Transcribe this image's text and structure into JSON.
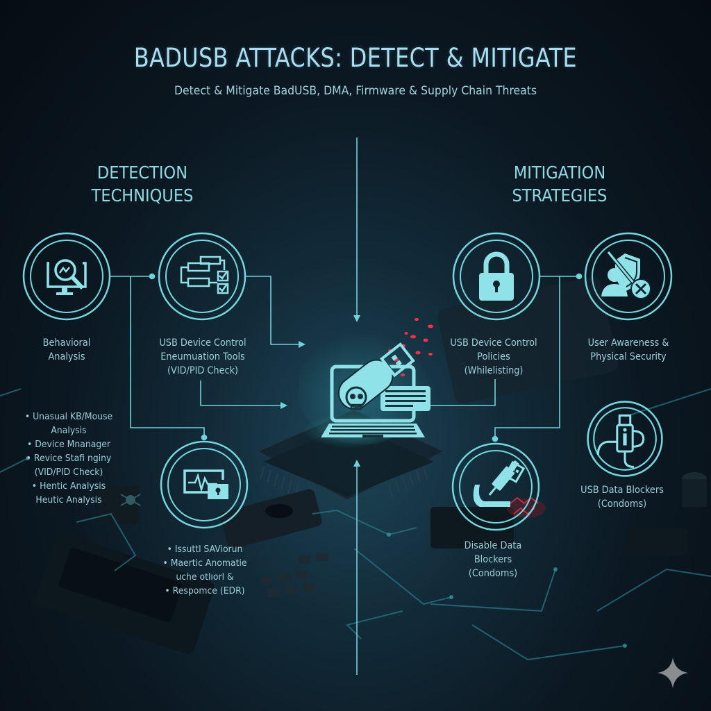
{
  "header": {
    "title": "BADUSB ATTACKS: DETECT & MITIGATE",
    "subtitle": "Detect & Mitigate BadUSB, DMA, Firmware & Supply Chain Threats"
  },
  "detection": {
    "heading_line1": "DETECTION",
    "heading_line2": "TECHNIQUES",
    "nodes": [
      {
        "icon": "monitor-magnifier-icon",
        "label_lines": [
          "Behavioral",
          "Analysis"
        ]
      },
      {
        "icon": "flowchart-checklist-icon",
        "label_lines": [
          "USB Device Control",
          "Eneumuation Tools",
          "(VID/PID Check)"
        ]
      },
      {
        "icon": "monitor-heartbeat-lock-icon",
        "bullets": [
          "• Issuttl SAViorun",
          "• Maertic Anomatie",
          "uche otlıorl &",
          "• Respomce (EDR)"
        ]
      }
    ],
    "bullet_list": [
      "• Unasual KB/Mouse",
      "Analysis",
      "• Device Mnanager",
      "• Revice Stafi nginy",
      "(VID/PID Check)",
      "• Hentic Analysis",
      "Heutic Analysis"
    ]
  },
  "mitigation": {
    "heading_line1": "MITIGATION",
    "heading_line2": "STRATEGIES",
    "nodes": [
      {
        "icon": "padlock-icon",
        "label_lines": [
          "USB Device Control",
          "Policies",
          "(Whilelisting)"
        ]
      },
      {
        "icon": "user-shield-blocked-icon",
        "label_lines": [
          "User Awareness &",
          "Physical Security"
        ]
      },
      {
        "icon": "usb-data-blocker-icon",
        "label_lines": [
          "USB Data Blockers",
          "(Condoms)"
        ]
      },
      {
        "icon": "usb-plug-disable-icon",
        "label_lines": [
          "Disable Data",
          "Blockers",
          "(Condoms)"
        ]
      }
    ]
  },
  "center": {
    "icon": "laptop-malicious-usb-skull-icon",
    "accent_color": "#8fe3e8",
    "threat_color": "#ff2a4a"
  },
  "colors": {
    "background": "#0b1822",
    "line": "#6fd3da",
    "title": "#a8def0",
    "text": "#9ccfd8"
  },
  "watermark": {
    "icon": "sparkle-icon"
  }
}
